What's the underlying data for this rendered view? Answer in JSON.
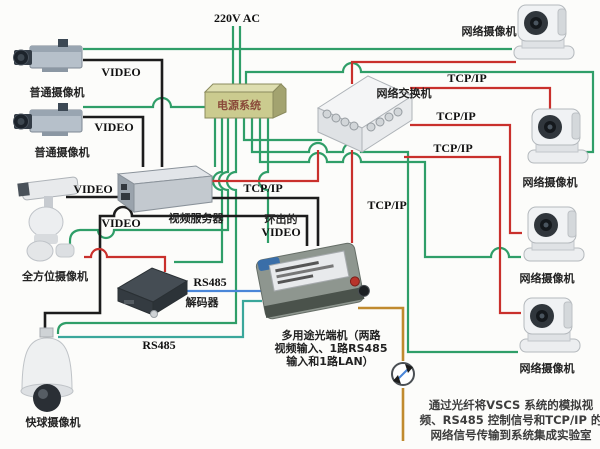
{
  "colors": {
    "power_line": "#2f9e68",
    "network_line": "#c9302c",
    "video_line": "#1c1c1c",
    "rs485_decoder_line": "#4a86d8",
    "rs485_dome_line": "#3aa79b",
    "fiber_line": "#c08a2e",
    "power_box": "#cbcb8f"
  },
  "labels": {
    "power_input": "220V AC",
    "video": "VIDEO",
    "tcpip": "TCP/IP",
    "rs485": "RS485",
    "loopout_line1": "环出的",
    "loopout_line2": "VIDEO"
  },
  "devices": {
    "analog_camera_1": {
      "label": "普通摄像机"
    },
    "analog_camera_2": {
      "label": "普通摄像机"
    },
    "ptz_camera": {
      "label": "全方位摄像机"
    },
    "dome_camera": {
      "label": "快球摄像机"
    },
    "power_system": {
      "label": "电源系统"
    },
    "network_switch": {
      "label": "网络交换机"
    },
    "video_server": {
      "label": "视频服务器"
    },
    "decoder": {
      "label": "解码器"
    },
    "optical_transceiver": {
      "label_line1": "多用途光端机（两路",
      "label_line2": "视频输入、1路RS485",
      "label_line3": "输入和1路LAN）"
    },
    "network_camera_1": {
      "label": "网络摄像机"
    },
    "network_camera_2": {
      "label": "网络摄像机"
    },
    "network_camera_3": {
      "label": "网络摄像机"
    },
    "network_camera_4": {
      "label": "网络摄像机"
    }
  },
  "caption": {
    "line1": "通过光纤将VSCS 系统的模拟视",
    "line2": "频、RS485 控制信号和TCP/IP 的",
    "line3": "网络信号传输到系统集成实验室"
  }
}
